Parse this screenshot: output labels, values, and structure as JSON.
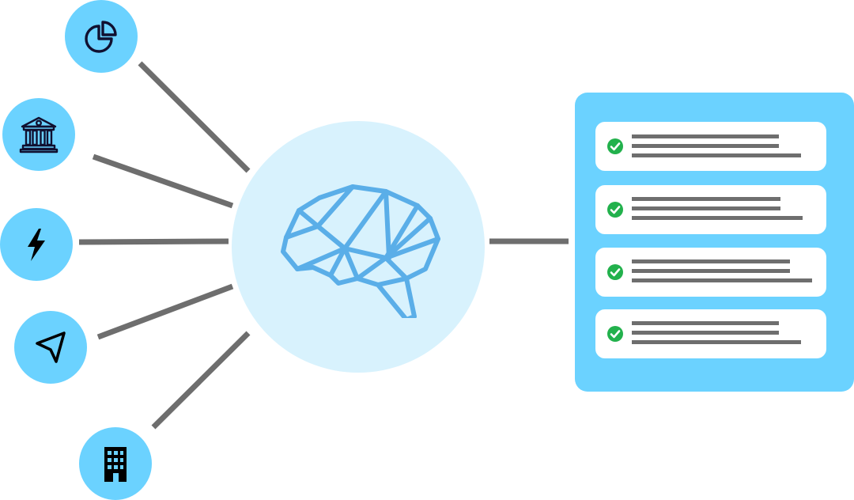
{
  "diagram": {
    "colors": {
      "node_fill": "#6bd2ff",
      "hub_fill": "#d8f2fd",
      "brain_stroke": "#5aaee8",
      "panel_fill": "#6bd2ff",
      "connector": "#6e6e6e",
      "check_fill": "#22b14c",
      "text_line": "#6e6e6e"
    },
    "sources": [
      {
        "icon": "pie-chart-icon"
      },
      {
        "icon": "bank-icon"
      },
      {
        "icon": "lightning-bolt-icon"
      },
      {
        "icon": "navigation-arrow-icon"
      },
      {
        "icon": "office-building-icon"
      }
    ],
    "hub": {
      "icon": "brain-icon"
    },
    "results": [
      {
        "status": "checked",
        "icon": "checkmark-icon"
      },
      {
        "status": "checked",
        "icon": "checkmark-icon"
      },
      {
        "status": "checked",
        "icon": "checkmark-icon"
      },
      {
        "status": "checked",
        "icon": "checkmark-icon"
      }
    ]
  }
}
